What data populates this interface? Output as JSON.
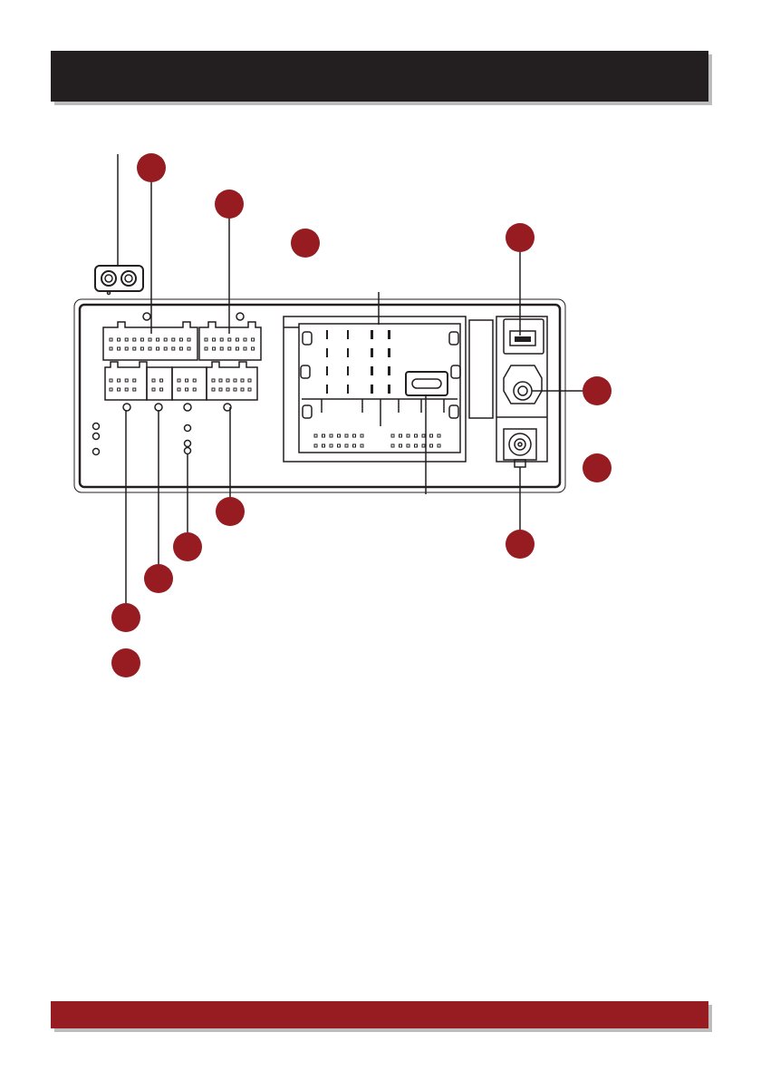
{
  "header": {
    "title": ""
  },
  "footer": {
    "page_number": ""
  },
  "colors": {
    "header_bar": "#231f20",
    "footer_bar": "#961c22",
    "marker": "#961c22",
    "outline": "#231f20"
  },
  "diagram": {
    "subject": "radio-unit-rear-panel",
    "markers": [
      {
        "id": "marker-1",
        "label": ""
      },
      {
        "id": "marker-2",
        "label": ""
      },
      {
        "id": "marker-3",
        "label": ""
      },
      {
        "id": "marker-4",
        "label": ""
      },
      {
        "id": "marker-5",
        "label": ""
      },
      {
        "id": "marker-6",
        "label": ""
      },
      {
        "id": "marker-7",
        "label": ""
      },
      {
        "id": "marker-8",
        "label": ""
      },
      {
        "id": "marker-9",
        "label": ""
      },
      {
        "id": "marker-10",
        "label": ""
      },
      {
        "id": "marker-11",
        "label": ""
      },
      {
        "id": "marker-12",
        "label": ""
      },
      {
        "id": "marker-13",
        "label": ""
      }
    ]
  }
}
